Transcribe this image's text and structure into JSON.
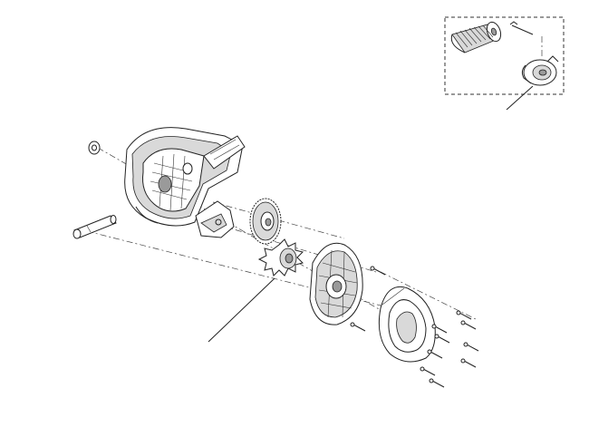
{
  "diagram": {
    "kind": "exploded-assembly-line-drawing",
    "detail_inset": {
      "style": "dashed-box"
    },
    "parts": [
      "gear-housing",
      "washer",
      "axle-pin",
      "bracket",
      "spur-gear",
      "sprocket",
      "bearing-plate",
      "end-cover",
      "screws"
    ],
    "colors": {
      "line": "#222222",
      "background": "#ffffff",
      "shade": "#d9d9d9"
    }
  }
}
